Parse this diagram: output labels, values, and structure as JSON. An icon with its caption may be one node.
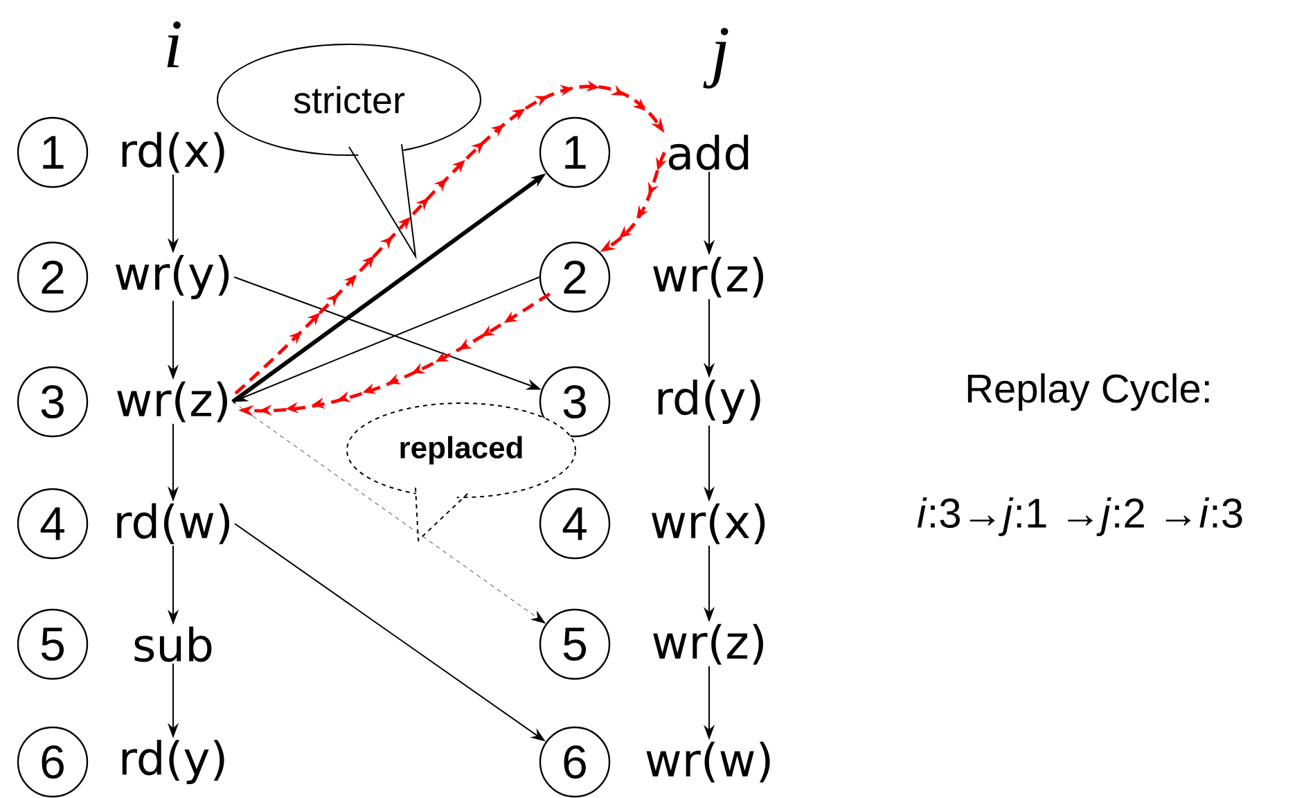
{
  "diagram": {
    "nodes": [
      {
        "text": [
          "1"
        ]
      },
      {
        "text": [
          "rd(x)"
        ]
      },
      {
        "text": [
          "1"
        ]
      },
      {
        "text": [
          "add"
        ]
      },
      {
        "text": [
          "2"
        ]
      },
      {
        "text": [
          "wr(y)"
        ]
      },
      {
        "text": [
          "2"
        ]
      },
      {
        "text": [
          "wr(z)"
        ]
      },
      {
        "text": [
          "3"
        ]
      },
      {
        "text": [
          "wr(z)"
        ]
      },
      {
        "text": [
          "3"
        ]
      },
      {
        "text": [
          "rd(y)"
        ]
      },
      {
        "text": [
          "4"
        ]
      },
      {
        "text": [
          "rd(w)"
        ]
      },
      {
        "text": [
          "4"
        ]
      },
      {
        "text": [
          "wr(x)"
        ]
      },
      {
        "text": [
          "5"
        ]
      },
      {
        "text": [
          "sub"
        ]
      },
      {
        "text": [
          "5"
        ]
      },
      {
        "text": [
          "wr(z)"
        ]
      },
      {
        "text": [
          "6"
        ]
      },
      {
        "text": [
          "rd(y)"
        ]
      },
      {
        "text": [
          "6"
        ]
      },
      {
        "text": [
          "wr(w)"
        ]
      },
      {
        "text": [
          "stricter"
        ]
      },
      {
        "text": [
          "replaced"
        ]
      }
    ],
    "edges": [
      {
        "from": 1,
        "to": 5,
        "arrow": "to"
      },
      {
        "from": 5,
        "to": 9,
        "arrow": "to"
      },
      {
        "from": 9,
        "to": 13,
        "arrow": "to"
      },
      {
        "from": 13,
        "to": 17,
        "arrow": "to"
      },
      {
        "from": 17,
        "to": 21,
        "arrow": "to"
      },
      {
        "from": 3,
        "to": 7,
        "arrow": "to"
      },
      {
        "from": 7,
        "to": 11,
        "arrow": "to"
      },
      {
        "from": 11,
        "to": 15,
        "arrow": "to"
      },
      {
        "from": 15,
        "to": 19,
        "arrow": "to"
      },
      {
        "from": 19,
        "to": 23,
        "arrow": "to"
      },
      {
        "from": 5,
        "to": 10,
        "arrow": "to"
      },
      {
        "from": 6,
        "to": 9,
        "arrow": "to"
      },
      {
        "from": 9,
        "to": 2,
        "arrow": "to",
        "style": "thick"
      },
      {
        "from": 9,
        "to": 18,
        "arrow": "to",
        "style": "dashed"
      },
      {
        "from": 13,
        "to": 22,
        "arrow": "to"
      },
      {
        "from": 9,
        "to": 3,
        "arrow": "to",
        "style": "dashed",
        "color": "#ff0000"
      },
      {
        "from": 3,
        "to": 6,
        "arrow": "to",
        "style": "dashed",
        "color": "#ff0000"
      },
      {
        "from": 6,
        "to": 9,
        "arrow": "to",
        "style": "dashed",
        "color": "#ff0000"
      }
    ],
    "labels": [
      "i",
      "j",
      "Replay Cycle:",
      "*i*:3→*j*:1 →*j*:2 →*i*:3"
    ]
  }
}
